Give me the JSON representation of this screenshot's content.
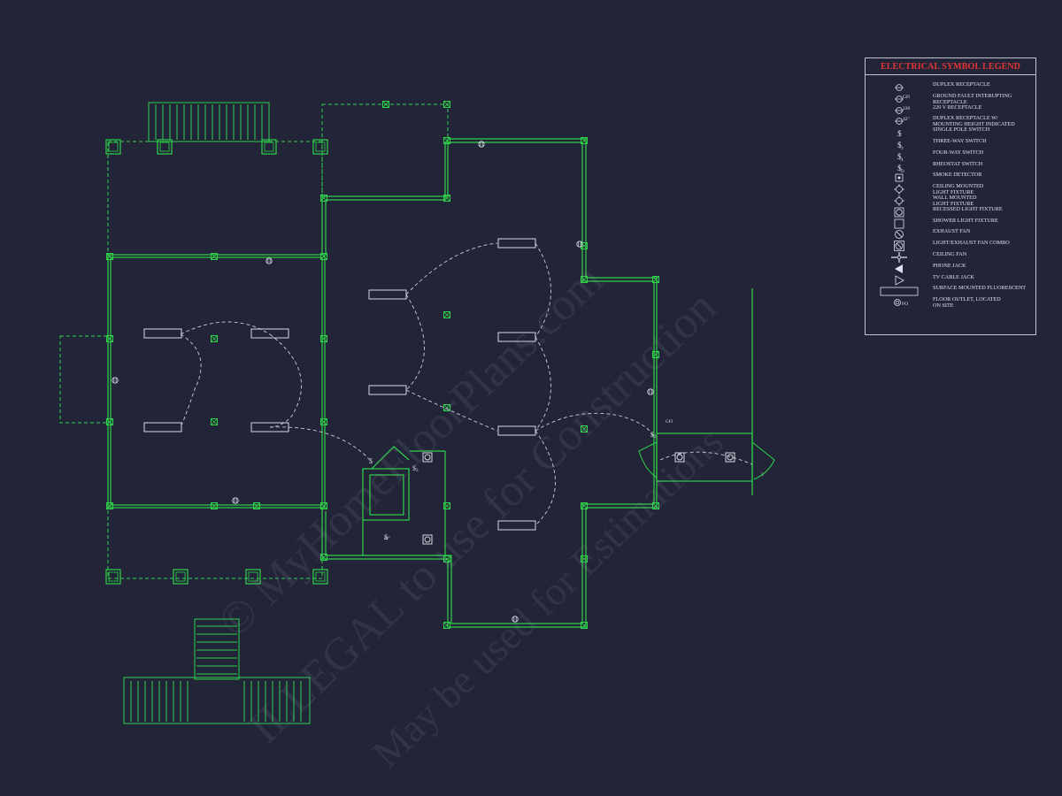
{
  "legend": {
    "title": "ELECTRICAL SYMBOL LEGEND",
    "items": [
      {
        "icon": "duplex-receptacle-icon",
        "label": "DUPLEX RECEPTACLE",
        "glyph": "",
        "tag": ""
      },
      {
        "icon": "gfi-receptacle-icon",
        "label": "GROUND FAULT INTERUPTING\nRECEPTACLE",
        "glyph": "",
        "tag": "GFI"
      },
      {
        "icon": "220v-receptacle-icon",
        "label": "220 V RECEPTACLE",
        "glyph": "",
        "tag": "220 v"
      },
      {
        "icon": "duplex-receptacle-height-icon",
        "label": "DUPLEX RECEPTACLE W/\nMOUNTING HEIGHT INDICATED",
        "glyph": "",
        "tag": "42\""
      },
      {
        "icon": "single-pole-switch-icon",
        "label": "SINGLE POLE SWITCH",
        "glyph": "$",
        "tag": ""
      },
      {
        "icon": "three-way-switch-icon",
        "label": "THREE-WAY SWITCH",
        "glyph": "$",
        "tag": "3"
      },
      {
        "icon": "four-way-switch-icon",
        "label": "FOUR-WAY SWITCH",
        "glyph": "$",
        "tag": "4"
      },
      {
        "icon": "rheostat-switch-icon",
        "label": "RHEOSTAT SWITCH",
        "glyph": "$",
        "tag": "D"
      },
      {
        "icon": "smoke-detector-icon",
        "label": "SMOKE DETECTOR",
        "glyph": "",
        "tag": ""
      },
      {
        "icon": "ceiling-light-icon",
        "label": "CEILING MOUNTED\nLIGHT FIXTURE",
        "glyph": "",
        "tag": ""
      },
      {
        "icon": "wall-light-icon",
        "label": "WALL MOUNTED\nLIGHT FIXTURE",
        "glyph": "",
        "tag": ""
      },
      {
        "icon": "recessed-light-icon",
        "label": "RECESSED LIGHT FIXTURE",
        "glyph": "",
        "tag": ""
      },
      {
        "icon": "shower-light-icon",
        "label": "SHOWER LIGHT FIXTURE",
        "glyph": "",
        "tag": ""
      },
      {
        "icon": "exhaust-fan-icon",
        "label": "EXHAUST FAN",
        "glyph": "",
        "tag": ""
      },
      {
        "icon": "light-exhaust-fan-icon",
        "label": "LIGHT/EXHAUST FAN COMBO",
        "glyph": "",
        "tag": ""
      },
      {
        "icon": "ceiling-fan-icon",
        "label": "CEILING FAN",
        "glyph": "",
        "tag": ""
      },
      {
        "icon": "phone-jack-icon",
        "label": "PHONE JACK",
        "glyph": "",
        "tag": ""
      },
      {
        "icon": "tv-cable-jack-icon",
        "label": "TV CABLE JACK",
        "glyph": "",
        "tag": ""
      },
      {
        "icon": "surface-fluorescent-icon",
        "label": "SURFACE MOUNTED FLUORESCENT",
        "glyph": "",
        "tag": ""
      },
      {
        "icon": "floor-outlet-icon",
        "label": "FLOOR OUTLET, LOCATED\nON SITE",
        "glyph": "",
        "tag": "FO"
      }
    ]
  },
  "plan_annotations": {
    "switch_symbol": "$",
    "three_way_tag": "3",
    "gfi_tag": "GFI",
    "height_tag": "42\""
  },
  "watermark": {
    "line1": "© MyHomeFloorPlans.com",
    "line2": "ILLEGAL to use for Construction",
    "line3": "May be used for Estimations"
  },
  "colors": {
    "background": "#222538",
    "plan_line": "#2fd24a",
    "legend_title": "#e23434",
    "legend_text": "#dfe2ea",
    "fixture": "#d4d7df"
  }
}
